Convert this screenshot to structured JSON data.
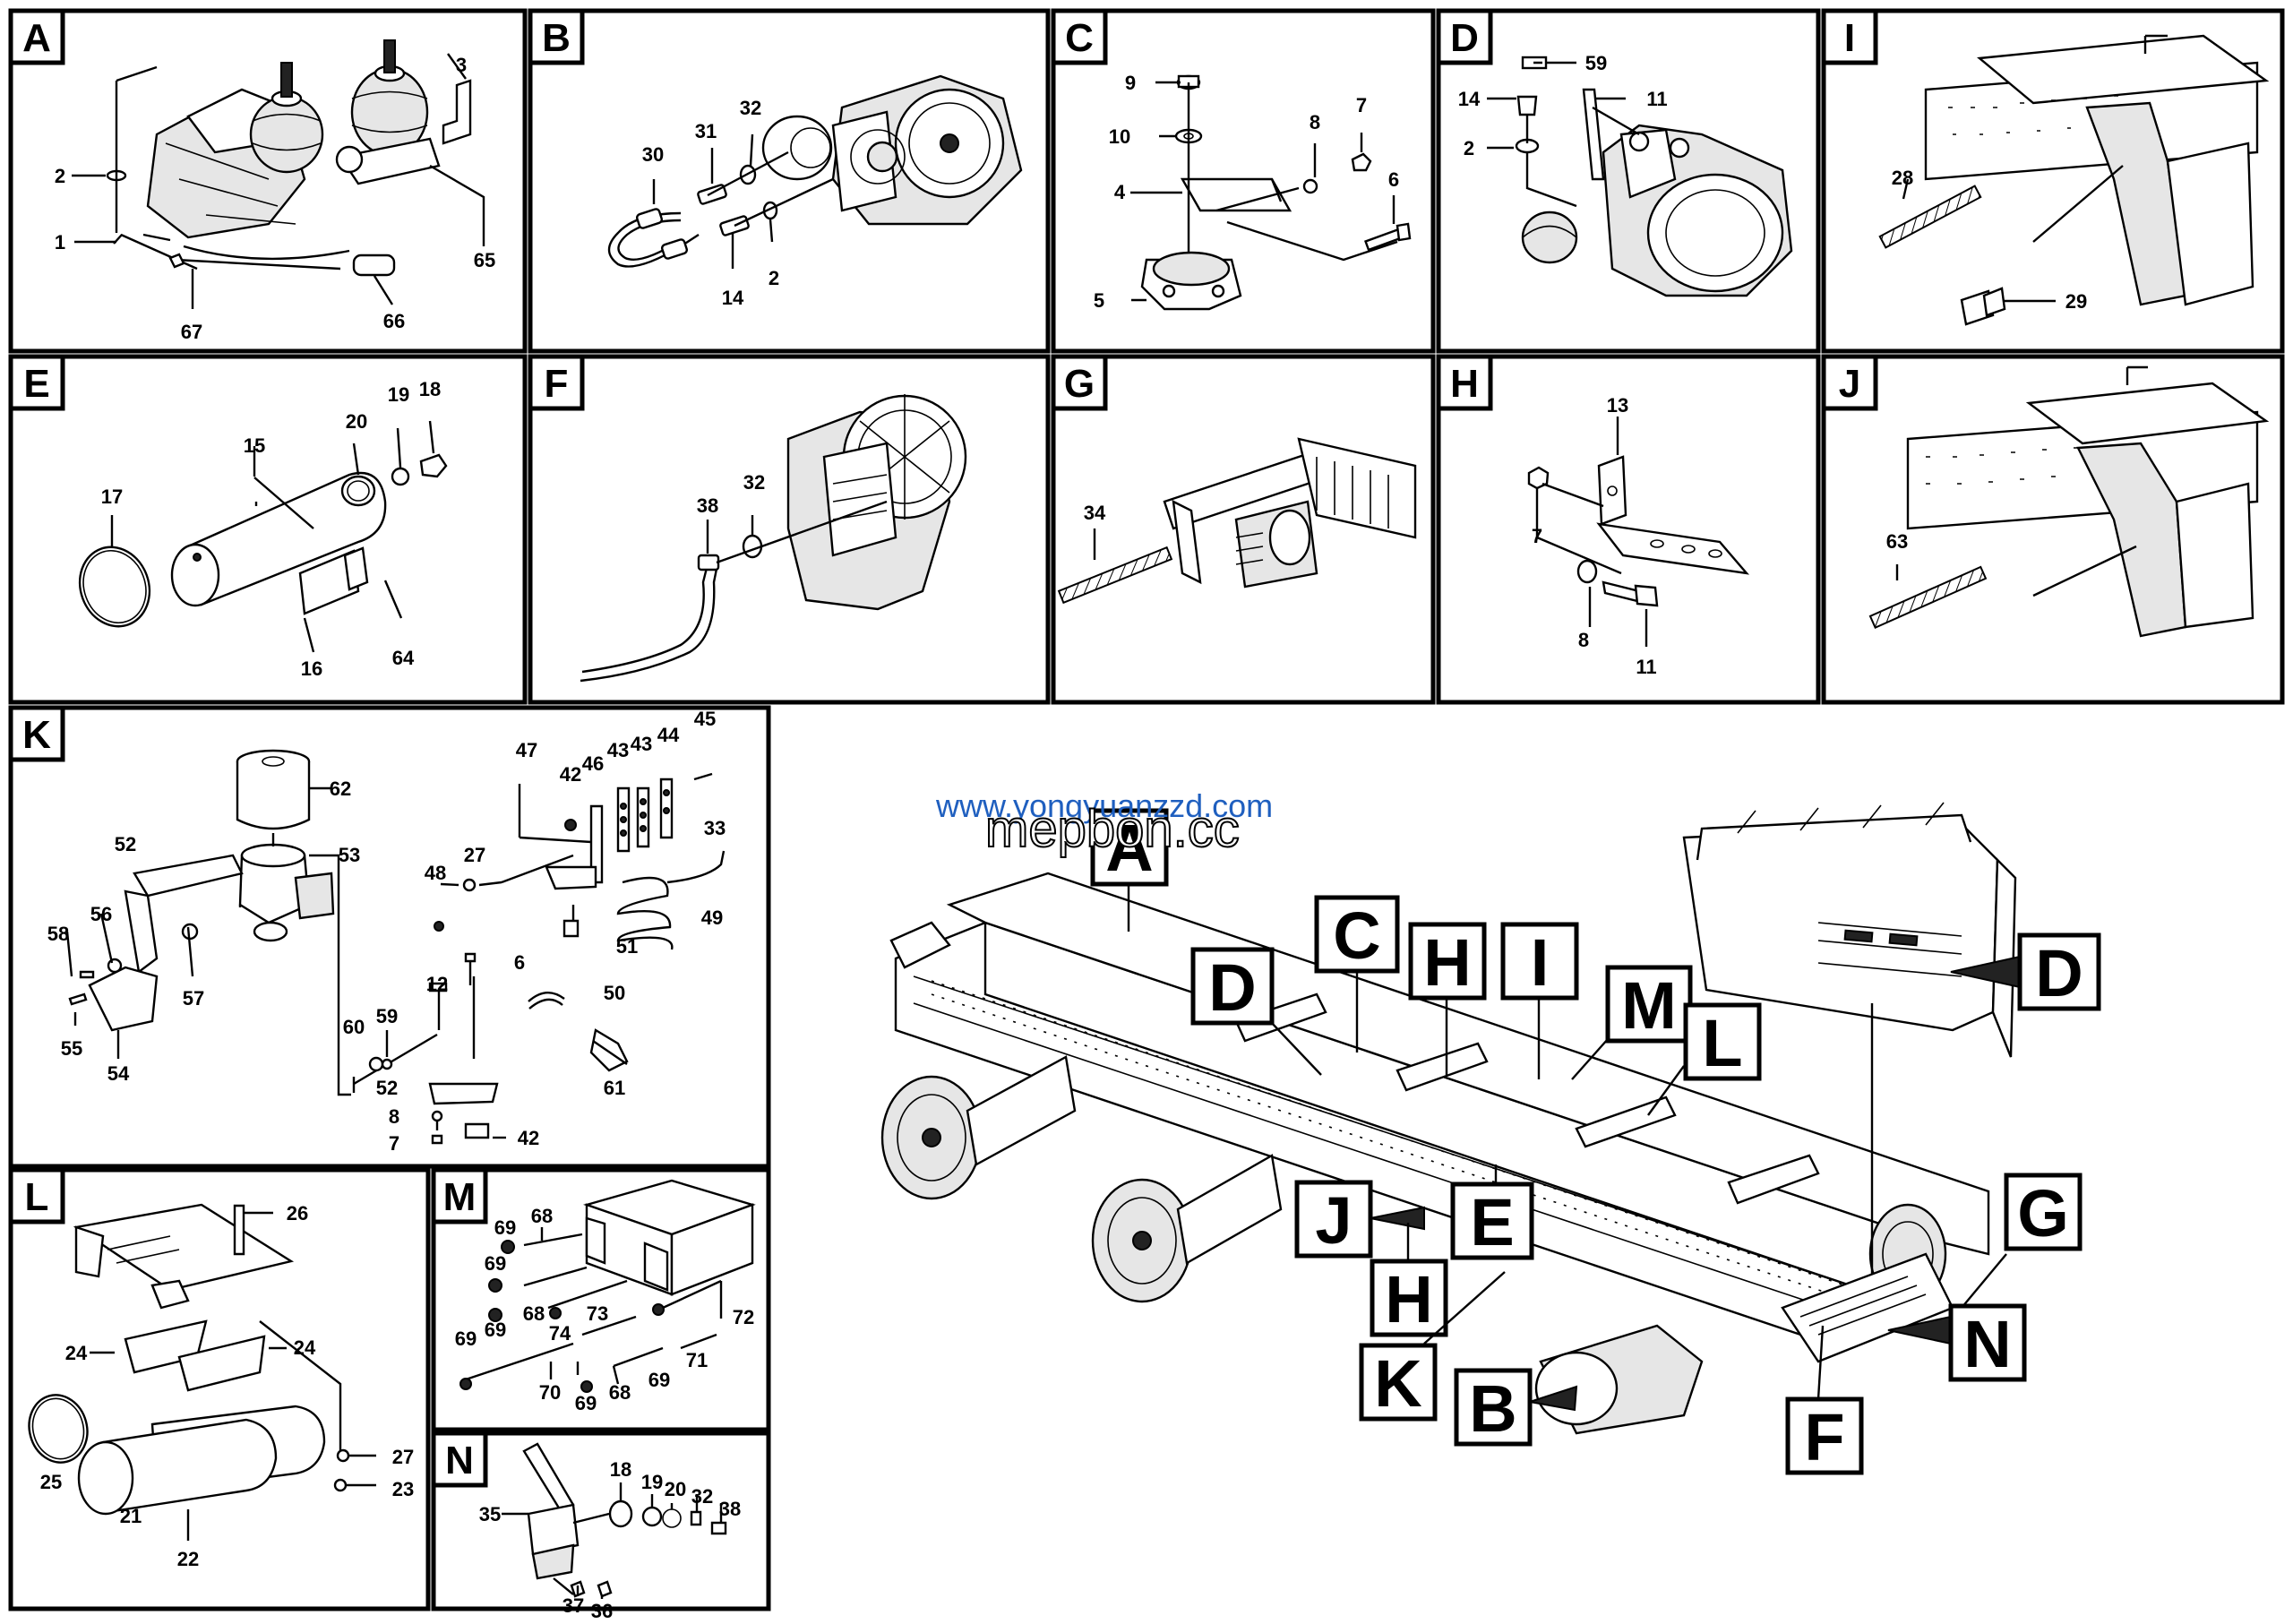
{
  "watermark": {
    "url_text": "www.yongyuanzzd.com",
    "brand_text": "mepbon.cc",
    "url_color": "#1f5fbf"
  },
  "panels": {
    "A": {
      "label": "A",
      "callouts": {
        "c3": "3",
        "c2": "2",
        "c1": "1",
        "c65": "65",
        "c67": "67",
        "c66": "66"
      }
    },
    "B": {
      "label": "B",
      "callouts": {
        "c31": "31",
        "c32": "32",
        "c30": "30",
        "c14": "14",
        "c2": "2"
      }
    },
    "C": {
      "label": "C",
      "callouts": {
        "c9": "9",
        "c10": "10",
        "c4": "4",
        "c8": "8",
        "c7": "7",
        "c6": "6",
        "c5": "5"
      }
    },
    "D": {
      "label": "D",
      "callouts": {
        "c59": "59",
        "c14": "14",
        "c11": "11",
        "c2": "2"
      }
    },
    "I": {
      "label": "I",
      "callouts": {
        "c28": "28",
        "c29": "29"
      }
    },
    "E": {
      "label": "E",
      "callouts": {
        "c19": "19",
        "c18": "18",
        "c20": "20",
        "c15": "15",
        "c17": "17",
        "c16": "16",
        "c64": "64"
      }
    },
    "F": {
      "label": "F",
      "callouts": {
        "c38": "38",
        "c32": "32"
      }
    },
    "G": {
      "label": "G",
      "callouts": {
        "c34": "34"
      }
    },
    "H": {
      "label": "H",
      "callouts": {
        "c13": "13",
        "c7": "7",
        "c8": "8",
        "c11": "11"
      }
    },
    "J": {
      "label": "J",
      "callouts": {
        "c63": "63"
      }
    },
    "K": {
      "label": "K",
      "callouts": {
        "c47": "47",
        "c45": "45",
        "c42a": "42",
        "c46": "46",
        "c43a": "43",
        "c43b": "43",
        "c44": "44",
        "c62": "62",
        "c53": "53",
        "c52a": "52",
        "c33": "33",
        "c48": "48",
        "c27": "27",
        "c49": "49",
        "c58": "58",
        "c56": "56",
        "c51": "51",
        "c57": "57",
        "c55": "55",
        "c12": "12",
        "c6": "6",
        "c50": "50",
        "c54": "54",
        "c60": "60",
        "c59": "59",
        "c52b": "52",
        "c61": "61",
        "c8": "8",
        "c7": "7",
        "c42b": "42"
      }
    },
    "L": {
      "label": "L",
      "callouts": {
        "c26": "26",
        "c24a": "24",
        "c24b": "24",
        "c25": "25",
        "c27": "27",
        "c21": "21",
        "c23": "23",
        "c22": "22"
      }
    },
    "M": {
      "label": "M",
      "callouts": {
        "c68a": "68",
        "c69a": "69",
        "c72": "72",
        "c69b": "69",
        "c68b": "68",
        "c73": "73",
        "c69c": "69",
        "c74": "74",
        "c71": "71",
        "c69d": "69",
        "c70": "70",
        "c69e": "69",
        "c68c": "68",
        "c69f": "69"
      }
    },
    "N": {
      "label": "N",
      "callouts": {
        "c18": "18",
        "c35": "35",
        "c19": "19",
        "c20": "20",
        "c32": "32",
        "c38": "38",
        "c37": "37",
        "c36": "36"
      }
    }
  },
  "overview": {
    "markers": {
      "A": "A",
      "C": "C",
      "H1": "H",
      "I": "I",
      "M": "M",
      "D1": "D",
      "D2": "D",
      "L": "L",
      "G": "G",
      "J": "J",
      "E": "E",
      "H2": "H",
      "N": "N",
      "K": "K",
      "B": "B",
      "F": "F"
    }
  }
}
